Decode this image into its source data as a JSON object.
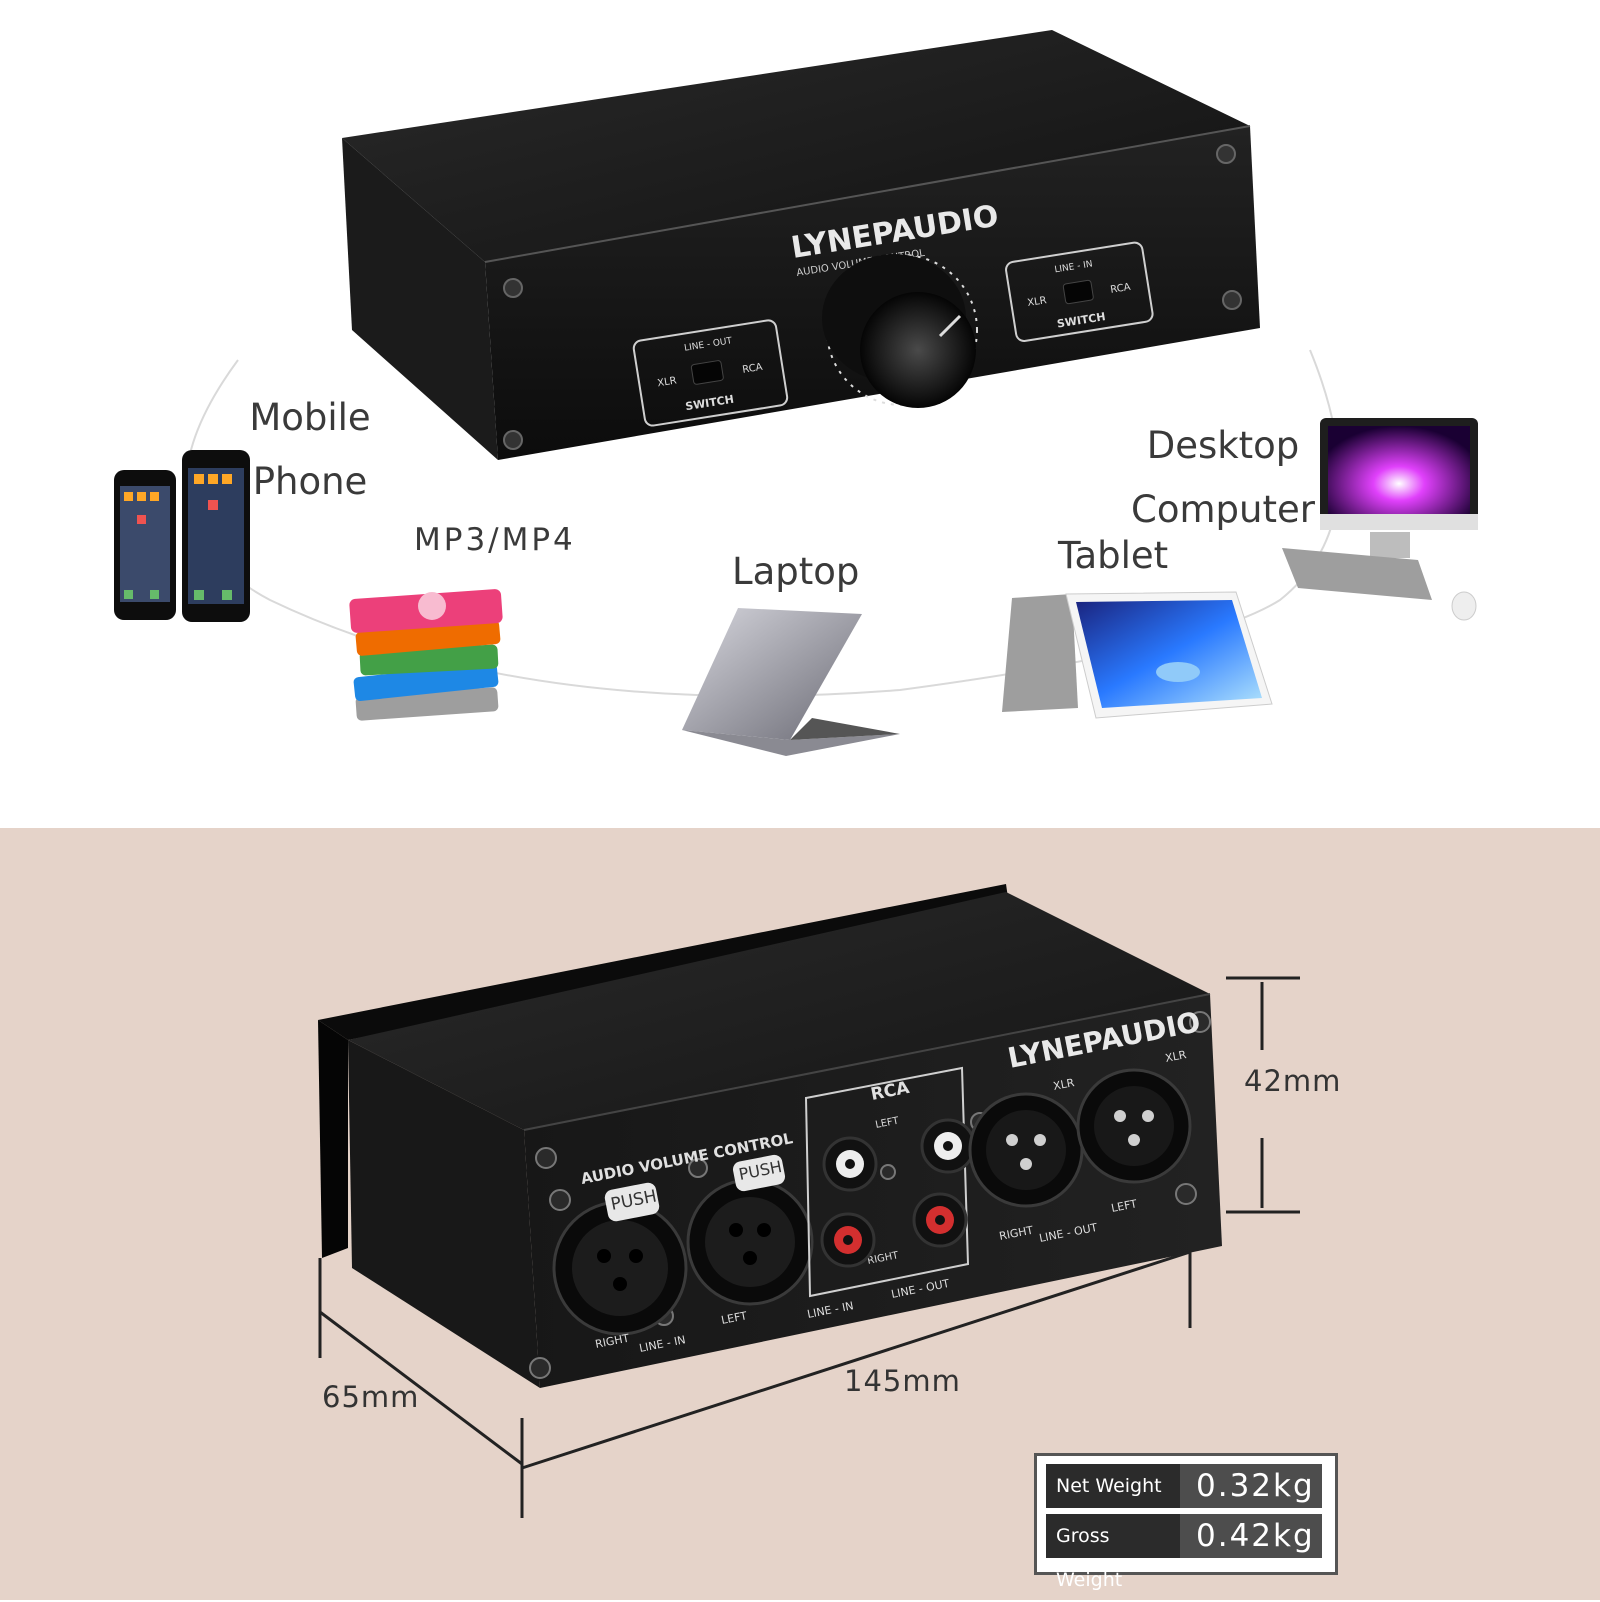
{
  "brand": "LYNEPAUDIO",
  "front_panel": {
    "subtitle": "AUDIO VOLUME CONTROL",
    "left_switch": {
      "top": "LINE - OUT",
      "left": "XLR",
      "right": "RCA",
      "bottom": "SWITCH"
    },
    "right_switch": {
      "top": "LINE - IN",
      "left": "XLR",
      "right": "RCA",
      "bottom": "SWITCH"
    }
  },
  "devices": {
    "mobile": "Mobile\nPhone",
    "mp3": "MP3/MP4",
    "laptop": "Laptop",
    "tablet": "Tablet",
    "desktop": "Desktop\nComputer"
  },
  "back_panel": {
    "subtitle": "AUDIO VOLUME CONTROL",
    "push_1": "PUSH",
    "push_2": "PUSH",
    "rca": "RCA",
    "xlr_1": "XLR",
    "xlr_2": "XLR",
    "right_in": "RIGHT",
    "left_in": "LEFT",
    "line_in_xlr": "LINE - IN",
    "left_rca": "LEFT",
    "right_rca": "RIGHT",
    "line_in_rca": "LINE - IN",
    "line_out_rca": "LINE - OUT",
    "right_out": "RIGHT",
    "left_out": "LEFT",
    "line_out_xlr": "LINE - OUT"
  },
  "dimensions": {
    "height": "42mm",
    "depth": "65mm",
    "width": "145mm"
  },
  "weights": [
    {
      "label": "Net Weight",
      "value": "0.32kg"
    },
    {
      "label": "Gross Weight",
      "value": "0.42kg"
    }
  ],
  "colors": {
    "panel_bg": "#e5d3c9",
    "device_black": "#161616",
    "label_gray": "#3a3a3a"
  }
}
